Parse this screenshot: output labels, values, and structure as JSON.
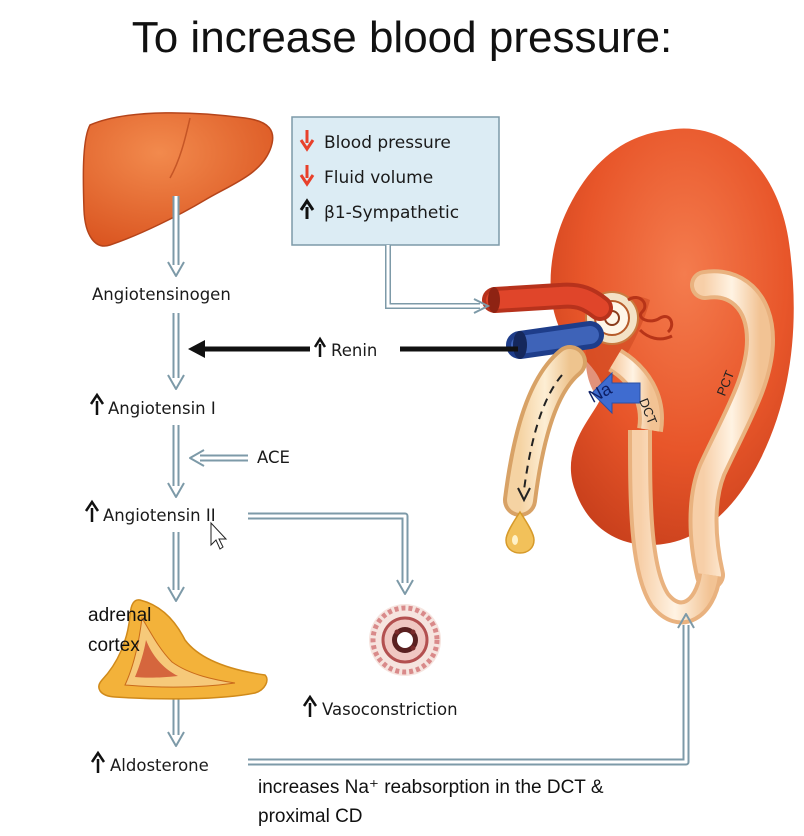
{
  "title": "To increase blood pressure:",
  "trigger_box": {
    "items": [
      {
        "arrow": "down",
        "color": "#e8402a",
        "text": "Blood pressure"
      },
      {
        "arrow": "down",
        "color": "#e8402a",
        "text": "Fluid volume"
      },
      {
        "arrow": "up",
        "color": "#111111",
        "text": "β1-Sympathetic"
      }
    ]
  },
  "pathway": {
    "angiotensinogen": "Angiotensinogen",
    "renin": "Renin",
    "angiotensin_1": "Angiotensin I",
    "ace": "ACE",
    "angiotensin_2": "Angiotensin II",
    "adrenal_line1": "adrenal",
    "adrenal_line2": "cortex",
    "vasoconstriction": "Vasoconstriction",
    "aldosterone": "Aldosterone"
  },
  "kidney_labels": {
    "na": "Na",
    "dct": "DCT",
    "pct": "PCT"
  },
  "note": {
    "line1": "increases Na⁺ reabsorption in the DCT &",
    "line2": "proximal CD"
  }
}
